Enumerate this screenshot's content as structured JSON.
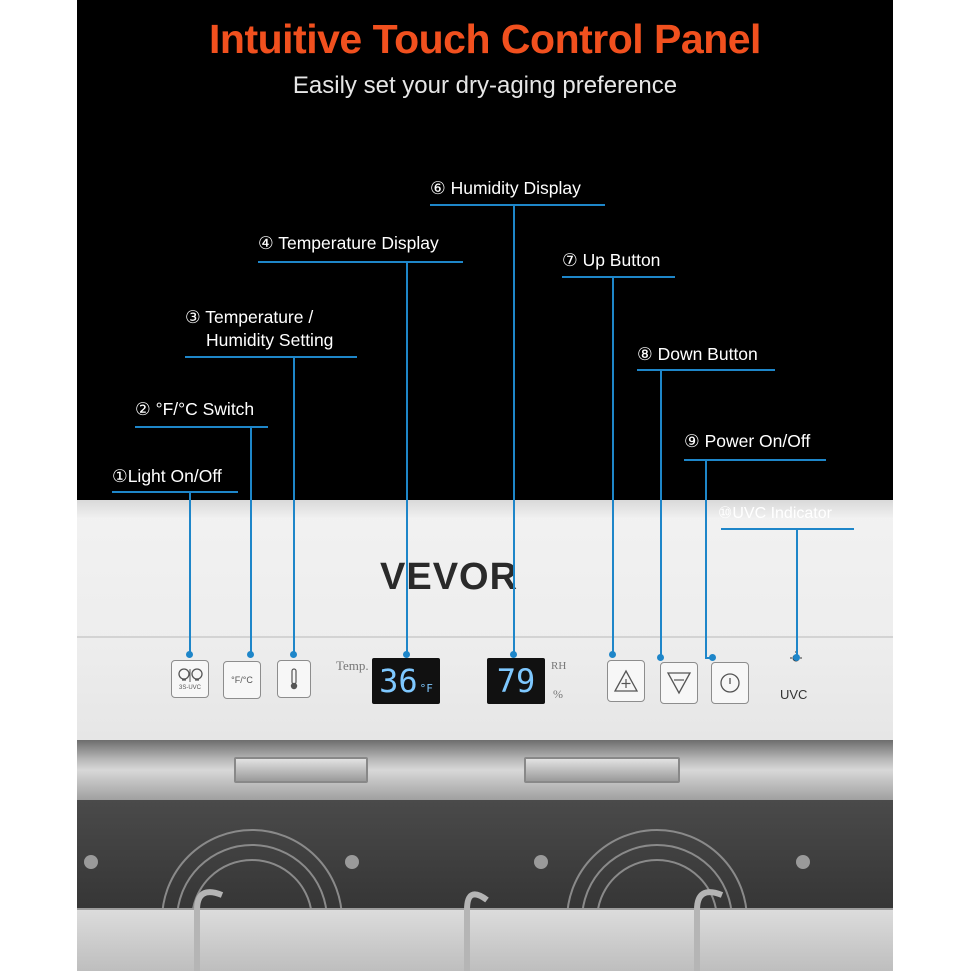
{
  "header": {
    "title": "Intuitive Touch Control Panel",
    "subtitle": "Easily set your dry-aging preference"
  },
  "callouts": [
    {
      "num": "①",
      "label": "Light On/Off"
    },
    {
      "num": "②",
      "label": "°F/°C Switch"
    },
    {
      "num": "③",
      "label": "Temperature /",
      "label2": "Humidity Setting"
    },
    {
      "num": "④",
      "label": "Temperature Display"
    },
    {
      "num": "⑥",
      "label": "Humidity Display"
    },
    {
      "num": "⑦",
      "label": "Up Button"
    },
    {
      "num": "⑧",
      "label": "Down Button"
    },
    {
      "num": "⑨",
      "label": "Power On/Off"
    },
    {
      "num": "⑩",
      "label": "UVC Indicator"
    }
  ],
  "panel": {
    "brand": "VEVOR",
    "light_button_sub": "3S-UVC",
    "unit_button": "°F/°C",
    "temp_label": "Temp.",
    "temp_value": "36",
    "temp_unit": "°F",
    "humidity_value": "79",
    "humidity_label": "RH",
    "humidity_unit": "%",
    "uvc_label": "UVC"
  },
  "colors": {
    "title": "#f1501e",
    "callout_line": "#1e86c9",
    "lcd_digits": "#7ec8ff"
  },
  "icons": [
    "light-bulb-icon",
    "thermometer-icon",
    "up-triangle-icon",
    "down-triangle-icon",
    "power-icon",
    "uvc-led-icon"
  ]
}
